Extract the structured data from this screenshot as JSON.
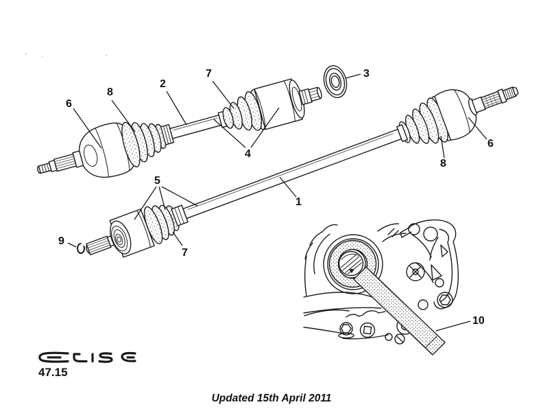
{
  "figure": {
    "callouts": [
      {
        "id": "6-left",
        "label": "6"
      },
      {
        "id": "8-left",
        "label": "8"
      },
      {
        "id": "2",
        "label": "2"
      },
      {
        "id": "7-top",
        "label": "7"
      },
      {
        "id": "3",
        "label": "3"
      },
      {
        "id": "4",
        "label": "4"
      },
      {
        "id": "6-right",
        "label": "6"
      },
      {
        "id": "8-right",
        "label": "8"
      },
      {
        "id": "5",
        "label": "5"
      },
      {
        "id": "1",
        "label": "1"
      },
      {
        "id": "9",
        "label": "9"
      },
      {
        "id": "7-bottom",
        "label": "7"
      },
      {
        "id": "10",
        "label": "10"
      }
    ],
    "ink_color": "#1a1a1a"
  },
  "footer": {
    "logo_text": "ELISE",
    "section_number": "47.15",
    "updated_note": "Updated 15th April 2011"
  }
}
